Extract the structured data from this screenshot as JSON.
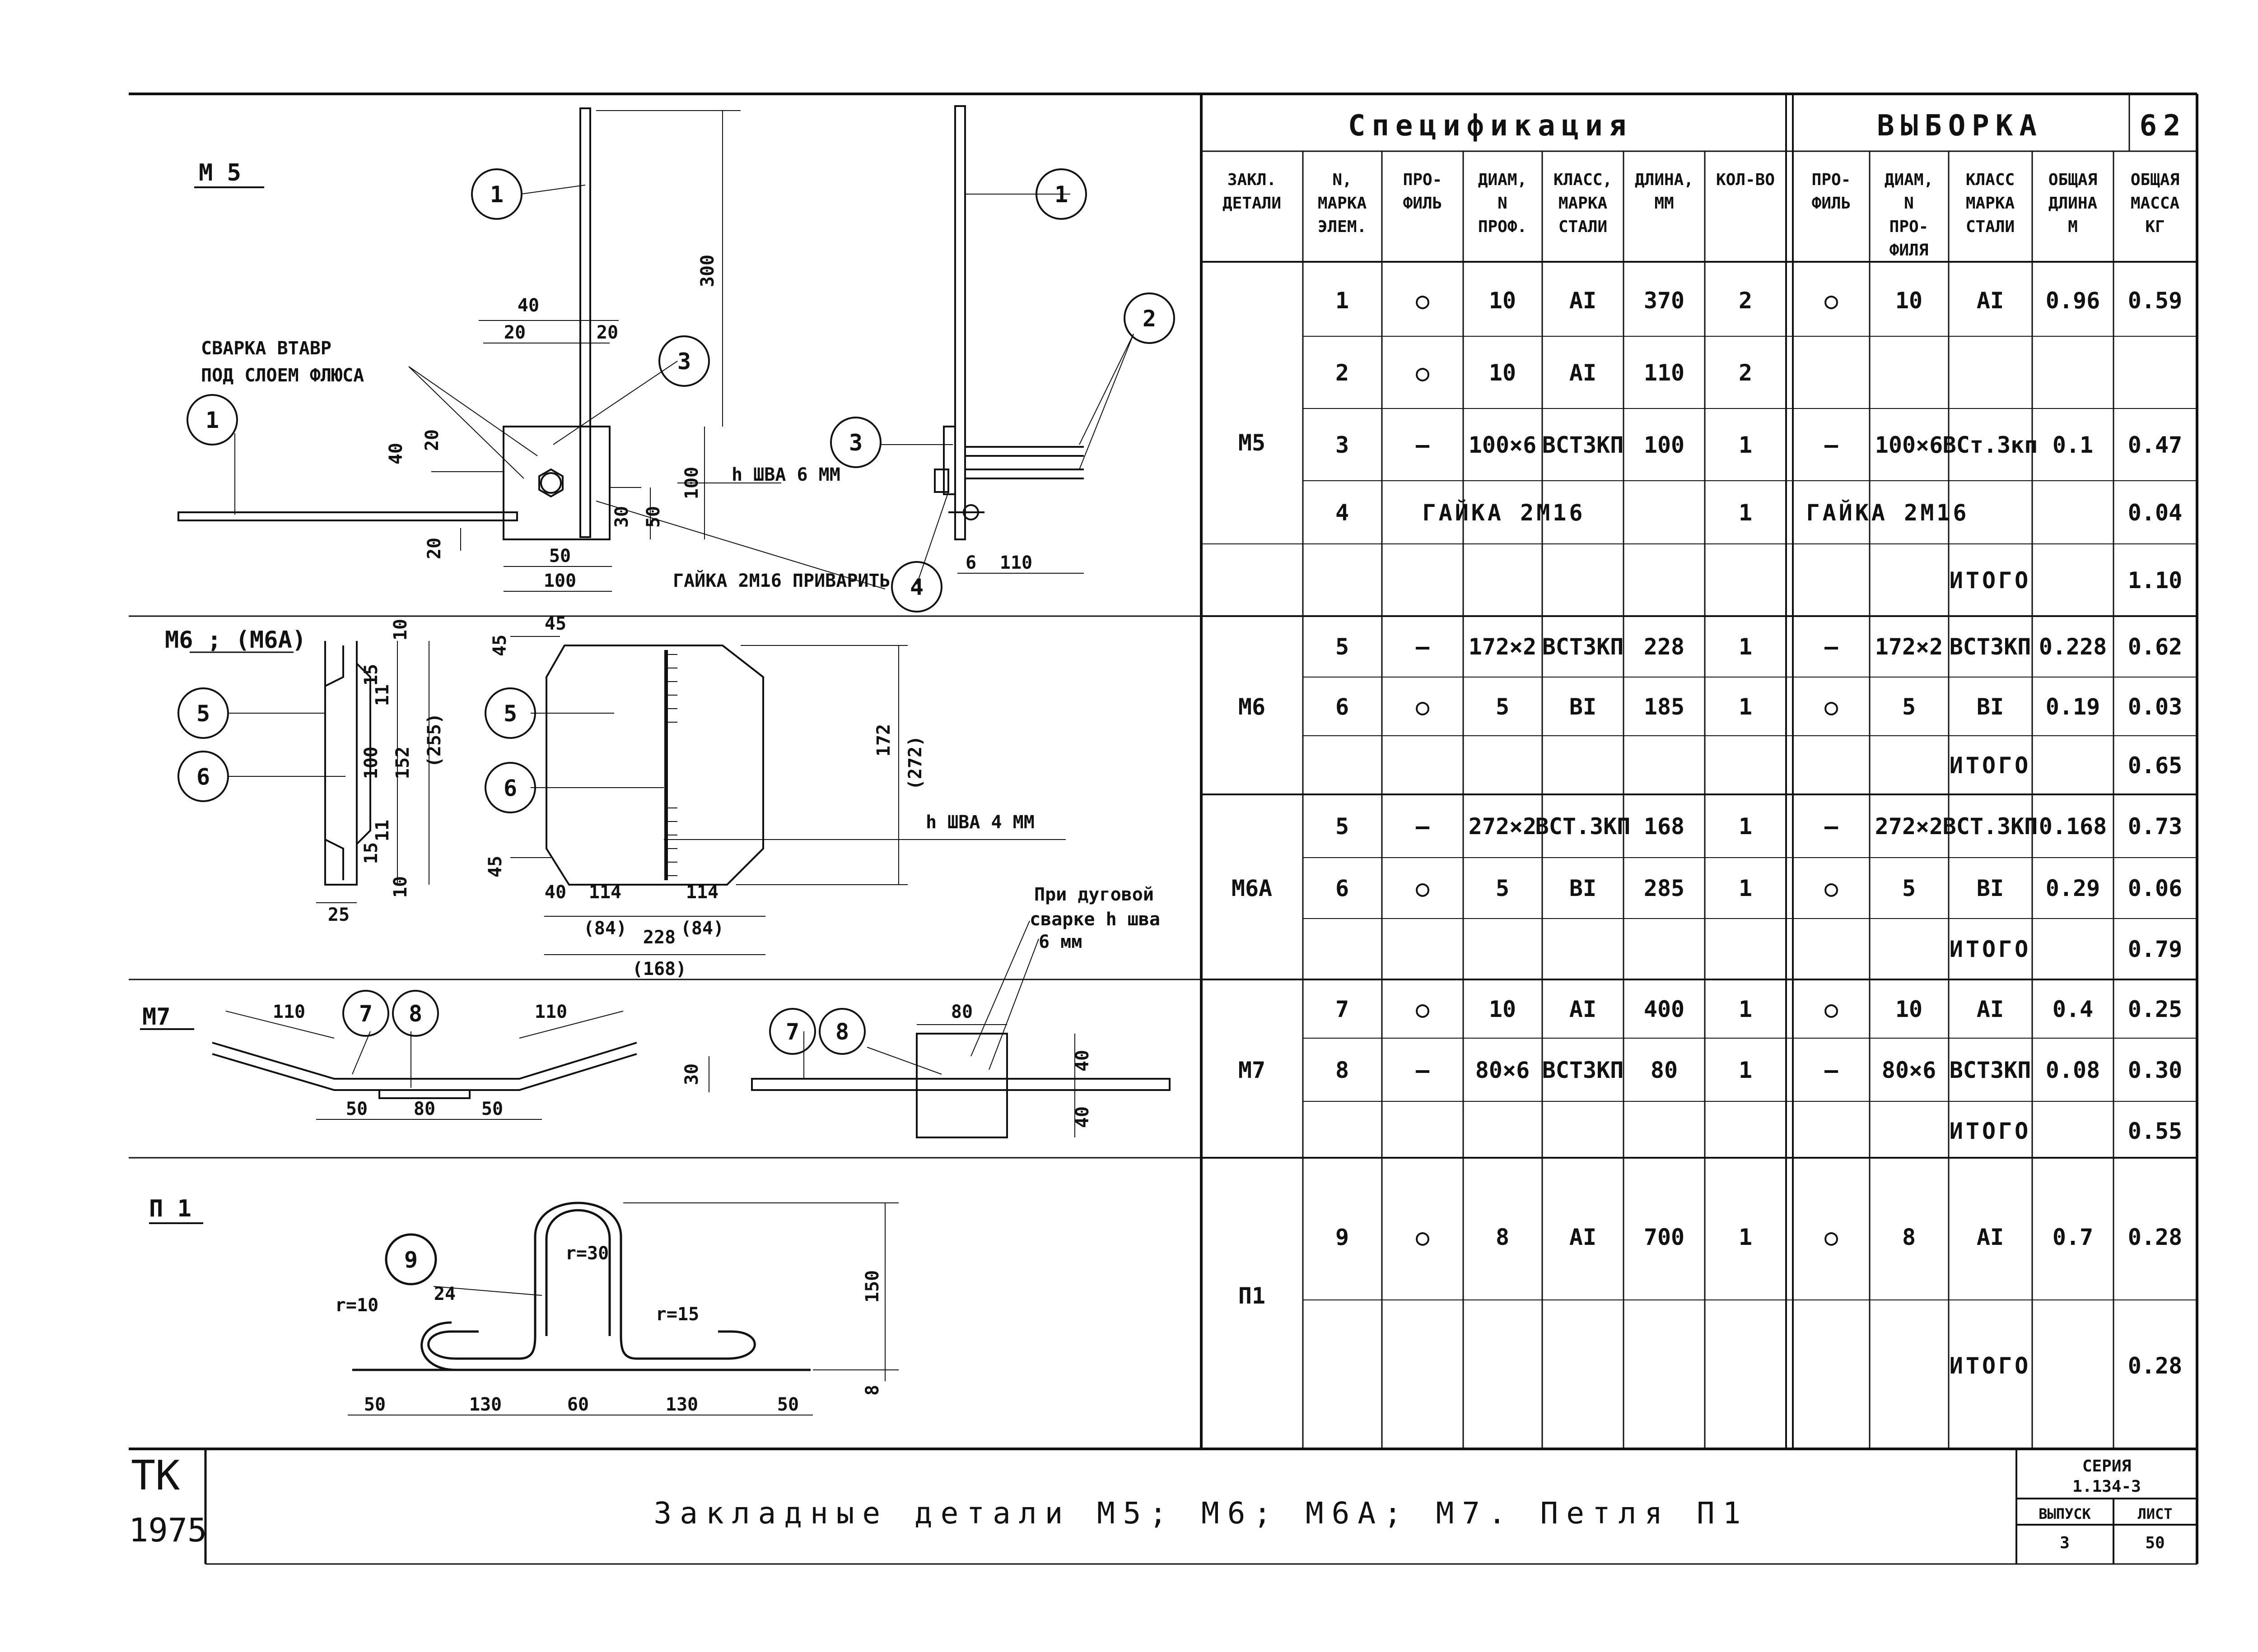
{
  "sheet_number": "62",
  "spec": {
    "title": "Спецификация",
    "headers": [
      "ЗАКЛ. ДЕТАЛИ",
      "N, МАРКА ЭЛЕМ.",
      "ПРО- ФИЛЬ",
      "ДИАМ, N ПРОФ.",
      "КЛАСС, МАРКА СТАЛИ",
      "ДЛИНА, ММ",
      "КОЛ-ВО"
    ]
  },
  "vyborka": {
    "title": "ВЫБОРКА",
    "headers": [
      "ПРО- ФИЛЬ",
      "ДИАМ, N ПРО- ФИЛЯ",
      "КЛАСС МАРКА СТАЛИ",
      "ОБЩАЯ ДЛИНА М",
      "ОБЩАЯ МАССА КГ"
    ]
  },
  "groups": [
    {
      "name": "М5",
      "rows": [
        {
          "n": "1",
          "prof": "○",
          "diam": "10",
          "klass": "АI",
          "len": "370",
          "qty": "2",
          "v_prof": "○",
          "v_diam": "10",
          "v_klass": "АI",
          "v_len": "0.96",
          "v_mass": "0.59"
        },
        {
          "n": "2",
          "prof": "○",
          "diam": "10",
          "klass": "АI",
          "len": "110",
          "qty": "2",
          "v_prof": "",
          "v_diam": "",
          "v_klass": "",
          "v_len": "",
          "v_mass": ""
        },
        {
          "n": "3",
          "prof": "—",
          "diam": "100×6",
          "klass": "ВСТ3КП",
          "len": "100",
          "qty": "1",
          "v_prof": "—",
          "v_diam": "100×6",
          "v_klass": "ВСт.3кп",
          "v_len": "0.1",
          "v_mass": "0.47"
        },
        {
          "n": "4",
          "nut": "ГАЙКА 2М16",
          "qty": "1",
          "v_nut": "ГАЙКА 2М16",
          "v_mass": "0.04"
        }
      ],
      "total_label": "ИТОГО",
      "total": "1.10"
    },
    {
      "name": "М6",
      "rows": [
        {
          "n": "5",
          "prof": "—",
          "diam": "172×2",
          "klass": "ВСТ3КП",
          "len": "228",
          "qty": "1",
          "v_prof": "—",
          "v_diam": "172×2",
          "v_klass": "ВСТ3КП",
          "v_len": "0.228",
          "v_mass": "0.62"
        },
        {
          "n": "6",
          "prof": "○",
          "diam": "5",
          "klass": "ВI",
          "len": "185",
          "qty": "1",
          "v_prof": "○",
          "v_diam": "5",
          "v_klass": "ВI",
          "v_len": "0.19",
          "v_mass": "0.03"
        }
      ],
      "total_label": "ИТОГО",
      "total": "0.65"
    },
    {
      "name": "М6А",
      "rows": [
        {
          "n": "5",
          "prof": "—",
          "diam": "272×2",
          "klass": "ВСТ.3КП",
          "len": "168",
          "qty": "1",
          "v_prof": "—",
          "v_diam": "272×2",
          "v_klass": "ВСТ.3КП",
          "v_len": "0.168",
          "v_mass": "0.73"
        },
        {
          "n": "6",
          "prof": "○",
          "diam": "5",
          "klass": "ВI",
          "len": "285",
          "qty": "1",
          "v_prof": "○",
          "v_diam": "5",
          "v_klass": "ВI",
          "v_len": "0.29",
          "v_mass": "0.06"
        }
      ],
      "total_label": "ИТОГО",
      "total": "0.79"
    },
    {
      "name": "М7",
      "rows": [
        {
          "n": "7",
          "prof": "○",
          "diam": "10",
          "klass": "АI",
          "len": "400",
          "qty": "1",
          "v_prof": "○",
          "v_diam": "10",
          "v_klass": "АI",
          "v_len": "0.4",
          "v_mass": "0.25"
        },
        {
          "n": "8",
          "prof": "—",
          "diam": "80×6",
          "klass": "ВСТ3КП",
          "len": "80",
          "qty": "1",
          "v_prof": "—",
          "v_diam": "80×6",
          "v_klass": "ВСТ3КП",
          "v_len": "0.08",
          "v_mass": "0.30"
        }
      ],
      "total_label": "ИТОГО",
      "total": "0.55"
    },
    {
      "name": "П1",
      "rows": [
        {
          "n": "9",
          "prof": "○",
          "diam": "8",
          "klass": "АI",
          "len": "700",
          "qty": "1",
          "v_prof": "○",
          "v_diam": "8",
          "v_klass": "АI",
          "v_len": "0.7",
          "v_mass": "0.28"
        }
      ],
      "total_label": "ИТОГО",
      "total": "0.28"
    }
  ],
  "drawings": {
    "m5": {
      "label": "М 5",
      "weld_note_1": "СВАРКА ВТАВР",
      "weld_note_2": "ПОД СЛОЕМ ФЛЮСА",
      "weld_h": "h ШВА 6 ММ",
      "nut_note": "ГАЙКА 2М16 ПРИВАРИТЬ",
      "dims": [
        "300",
        "40",
        "20",
        "20",
        "40",
        "20",
        "100",
        "30",
        "50",
        "20",
        "50",
        "100",
        "6",
        "110"
      ]
    },
    "m6": {
      "label": "М6 ; (М6А)",
      "weld_h": "h ШВА 4 ММ",
      "arc_note_1": "При дуговой",
      "arc_note_2": "сварке h шва",
      "arc_note_3": "6 мм",
      "dims": [
        "10",
        "15",
        "11",
        "100",
        "11",
        "15",
        "152",
        "(255)",
        "10",
        "25",
        "45",
        "45",
        "172",
        "(272)",
        "45",
        "40",
        "114",
        "114",
        "(84)",
        "(84)",
        "228",
        "(168)"
      ]
    },
    "m7": {
      "label": "М7",
      "dims": [
        "110",
        "110",
        "30",
        "50",
        "80",
        "50",
        "80",
        "40",
        "40"
      ]
    },
    "p1": {
      "label": "П 1",
      "dims": [
        "r=30",
        "r=10",
        "24",
        "r=15",
        "150",
        "8",
        "50",
        "130",
        "60",
        "130",
        "50"
      ]
    }
  },
  "footer": {
    "org": "ТК",
    "year": "1975",
    "title": "Закладные детали М5; М6; М6А; М7. Петля П1",
    "seria_label": "СЕРИЯ",
    "seria": "1.134-3",
    "vypusk_label": "ВЫПУСК",
    "vypusk": "3",
    "list_label": "ЛИСТ",
    "list": "50"
  }
}
